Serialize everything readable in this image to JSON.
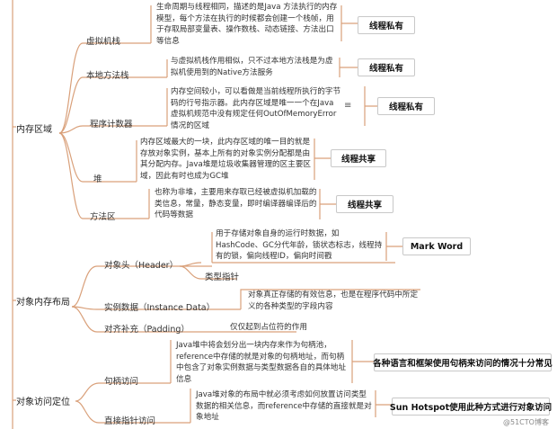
{
  "sections": {
    "memory": {
      "title": "内存区域",
      "items": [
        {
          "label": "虚拟机栈",
          "desc": "生命周期与线程相同，描述的是Java 方法执行的内存模型，每个方法在执行的时候都会创建一个栈帧，用于存取局部变量表、操作数栈、动态链接、方法出口等信息",
          "tag": "线程私有"
        },
        {
          "label": "本地方法栈",
          "desc": "与虚拟机栈作用相似，只不过本地方法栈是为虚拟机使用到的Native方法服务",
          "tag": "线程私有"
        },
        {
          "label": "程序计数器",
          "desc": "内存空间较小，可以看做是当前线程所执行的字节码的行号指示器。此内存区域是唯一一个在Java虚拟机规范中没有规定任何OutOfMemoryError情况的区域",
          "tag": "线程私有"
        },
        {
          "label": "堆",
          "desc": "内存区域最大的一块，此内存区域的唯一目的就是存放对象实例，基本上所有的对象实例分配都是由其分配内存。Java堆是垃圾收集器管理的区主要区域，因此有时也成为GC堆",
          "tag": "线程共享"
        },
        {
          "label": "方法区",
          "desc": "也称为非堆，主要用来存取已经被虚拟机加载的类信息，常量，静态变量，即时编译器编译后的代码等数据",
          "tag": "线程共享"
        }
      ]
    },
    "layout": {
      "title": "对象内存布局",
      "header": {
        "label": "对象头（Header）",
        "mark_desc": "用于存储对象自身的运行时数据，如HashCode、GC分代年龄，锁状态标志，线程持有的锁，偏向线程ID，偏向时间戳",
        "mark_tag": "Mark Word",
        "type_pointer": "类型指针"
      },
      "instance": {
        "label": "实例数据（Instance Data）",
        "desc": "对象真正存储的有效信息，也是在程序代码中所定义的各种类型的字段内容"
      },
      "padding": {
        "label": "对齐补充（Padding）",
        "desc": "仅仅起到占位符的作用"
      }
    },
    "access": {
      "title": "对象访问定位",
      "handle": {
        "label": "句柄访问",
        "desc": "Java堆中将会划分出一块内存来作为句柄池，reference中存储的就是对象的句柄地址，而句柄中包含了对象实例数据与类型数据各自的具体地址信息",
        "tag": "各种语言和框架使用句柄来访问的情况十分常见"
      },
      "direct": {
        "label": "直接指针访问",
        "desc": "Java堆对象的布局中就必须考虑如何放置访问类型数据的相关信息，而reference中存储的直接就是对象地址",
        "tag": "Sun Hotspot使用此种方式进行对象访问"
      }
    }
  },
  "watermark": "@51CTO博客",
  "colors": {
    "line": "#d9a07a",
    "tag_border": "#c8c8c8"
  }
}
